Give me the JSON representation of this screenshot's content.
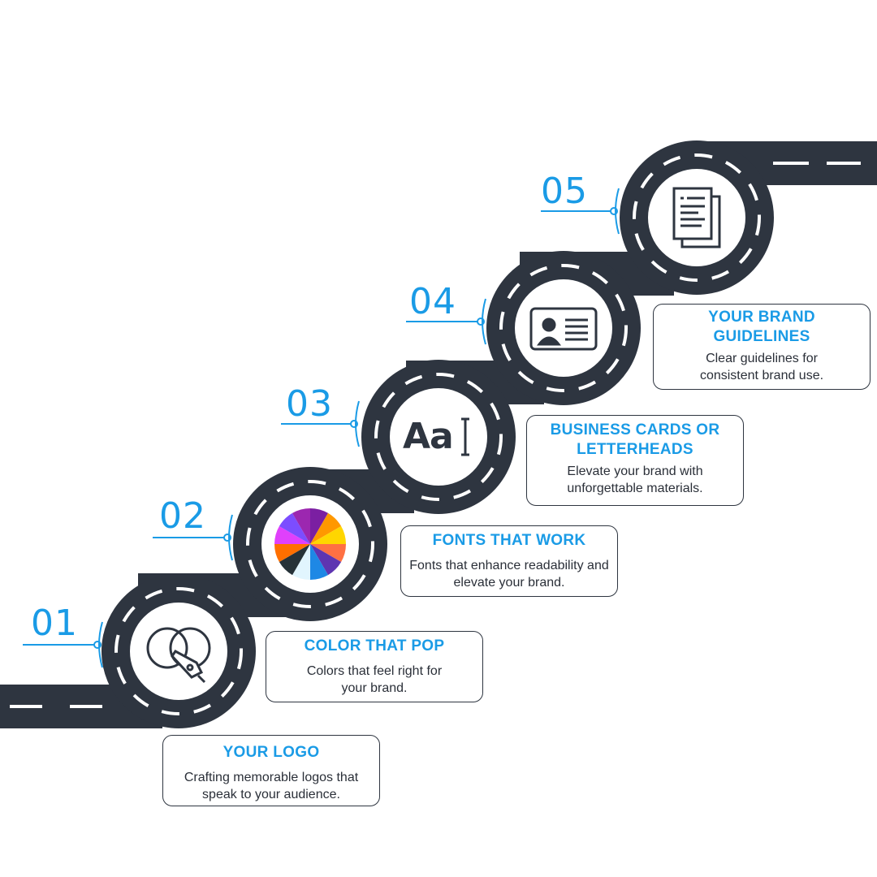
{
  "colors": {
    "road": "#2e3540",
    "accent": "#1a9be6",
    "text": "#2a2f38",
    "lane_marking": "#ffffff"
  },
  "steps": [
    {
      "number": "01",
      "title": "YOUR LOGO",
      "description": "Crafting memorable logos that speak to your audience.",
      "icon": "logo-design-pen-icon"
    },
    {
      "number": "02",
      "title": "COLOR THAT POP",
      "description": "Colors that feel right for your brand.",
      "icon": "color-wheel-icon"
    },
    {
      "number": "03",
      "title": "FONTS THAT WORK",
      "description": "Fonts that enhance readability and elevate your brand.",
      "icon": "typography-icon",
      "icon_text": "Aa"
    },
    {
      "number": "04",
      "title": "BUSINESS CARDS OR LETTERHEADS",
      "description": "Elevate your brand with unforgettable materials.",
      "icon": "business-card-icon"
    },
    {
      "number": "05",
      "title": "YOUR BRAND GUIDELINES",
      "description": "Clear guidelines for consistent brand use.",
      "icon": "documents-icon"
    }
  ]
}
